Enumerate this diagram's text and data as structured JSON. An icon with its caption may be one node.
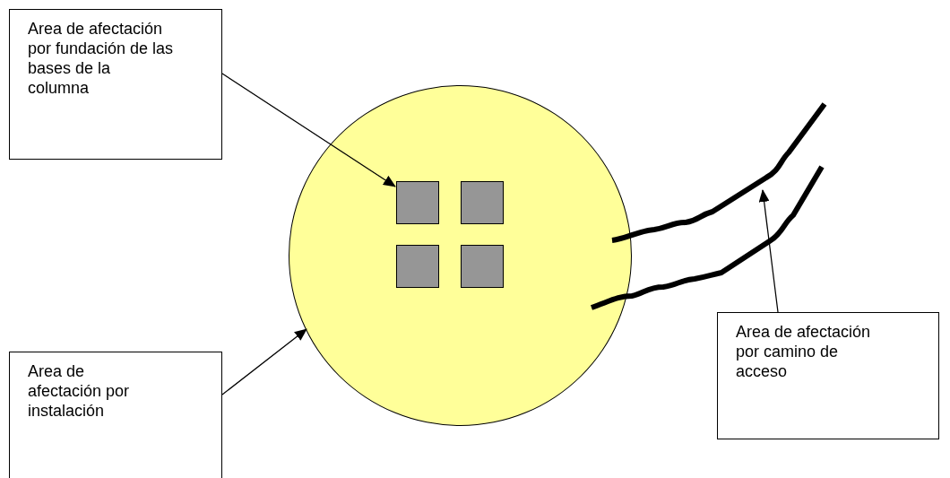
{
  "diagram": {
    "nodes": [
      {
        "text": [
          "Area de afectación por fundación de las bases de la columna"
        ]
      },
      {
        "text": [],
        "shape": "circle"
      },
      {
        "text": [],
        "shape": "box",
        "in": 1
      },
      {
        "text": [],
        "shape": "box",
        "in": 1
      },
      {
        "text": [],
        "shape": "box",
        "in": 1
      },
      {
        "text": [],
        "shape": "box",
        "in": 1
      },
      {
        "text": [],
        "shape": "road"
      },
      {
        "text": [
          "Area de afectación por camino de acceso"
        ]
      },
      {
        "text": [
          "Area de afectación por instalación"
        ]
      }
    ],
    "edges": [
      {
        "from": 0,
        "to": 2,
        "arrow": "to"
      },
      {
        "from": 8,
        "to": 1,
        "arrow": "to"
      },
      {
        "from": 7,
        "to": 6,
        "arrow": "to"
      }
    ]
  }
}
